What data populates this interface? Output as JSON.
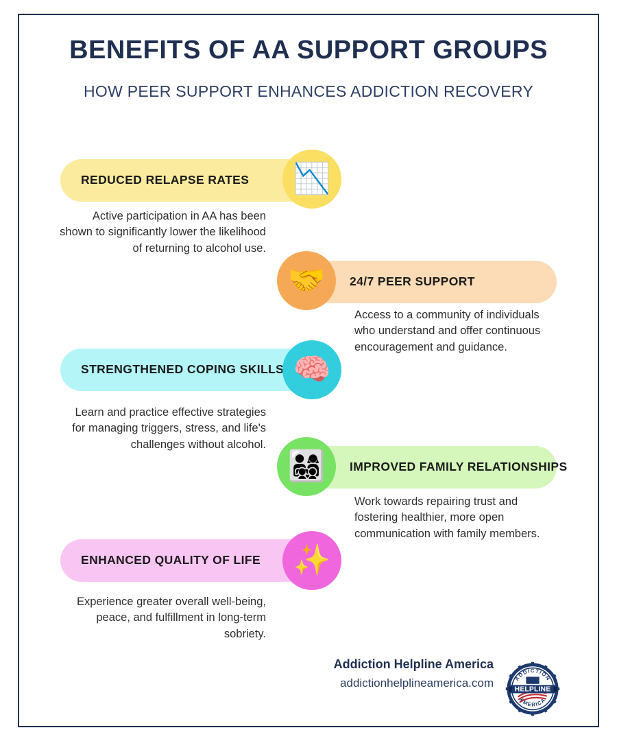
{
  "header": {
    "title": "BENEFITS OF AA SUPPORT GROUPS",
    "subtitle": "HOW PEER SUPPORT ENHANCES ADDICTION RECOVERY"
  },
  "colors": {
    "title_navy": "#1f2f50",
    "frame_navy": "#20304f",
    "body_text": "#2e2e2e",
    "pill_1": "#fbeb9e",
    "circle_1": "#fbdf63",
    "pill_2": "#fbdcb6",
    "circle_2": "#f5a957",
    "pill_3": "#b4f5f7",
    "circle_3": "#32cede",
    "pill_4": "#d5f7bb",
    "circle_4": "#78e264",
    "pill_5": "#f9c6f3",
    "circle_5": "#f067dd"
  },
  "benefits": [
    {
      "label": "REDUCED RELAPSE RATES",
      "description": "Active participation in AA has been shown to significantly lower the likelihood of returning to alcohol use.",
      "icon": "chart-decreasing-icon",
      "emoji": "📉",
      "side": "left"
    },
    {
      "label": "24/7 PEER SUPPORT",
      "description": "Access to a community of individuals who understand and offer continuous encouragement and guidance.",
      "icon": "handshake-icon",
      "emoji": "🤝",
      "side": "right"
    },
    {
      "label": "STRENGTHENED COPING SKILLS",
      "description": "Learn and practice effective strategies for managing triggers, stress, and life's challenges without alcohol.",
      "icon": "brain-icon",
      "emoji": "🧠",
      "side": "left"
    },
    {
      "label": "IMPROVED FAMILY RELATIONSHIPS",
      "description": "Work towards repairing trust and fostering healthier, more open communication with family members.",
      "icon": "family-icon",
      "emoji": "👨‍👩‍👧‍👦",
      "side": "right"
    },
    {
      "label": "ENHANCED QUALITY OF LIFE",
      "description": "Experience greater overall well-being, peace, and fulfillment in long-term sobriety.",
      "icon": "sparkles-icon",
      "emoji": "✨",
      "side": "left"
    }
  ],
  "footer": {
    "brand_name": "Addiction Helpline America",
    "url": "addictionhelplineamerica.com",
    "logo": {
      "icon": "addiction-helpline-america-badge-icon",
      "banner_text": "HELPLINE",
      "top_arc_text": "ADDICTION",
      "bottom_arc_text": "AMERICA"
    }
  }
}
